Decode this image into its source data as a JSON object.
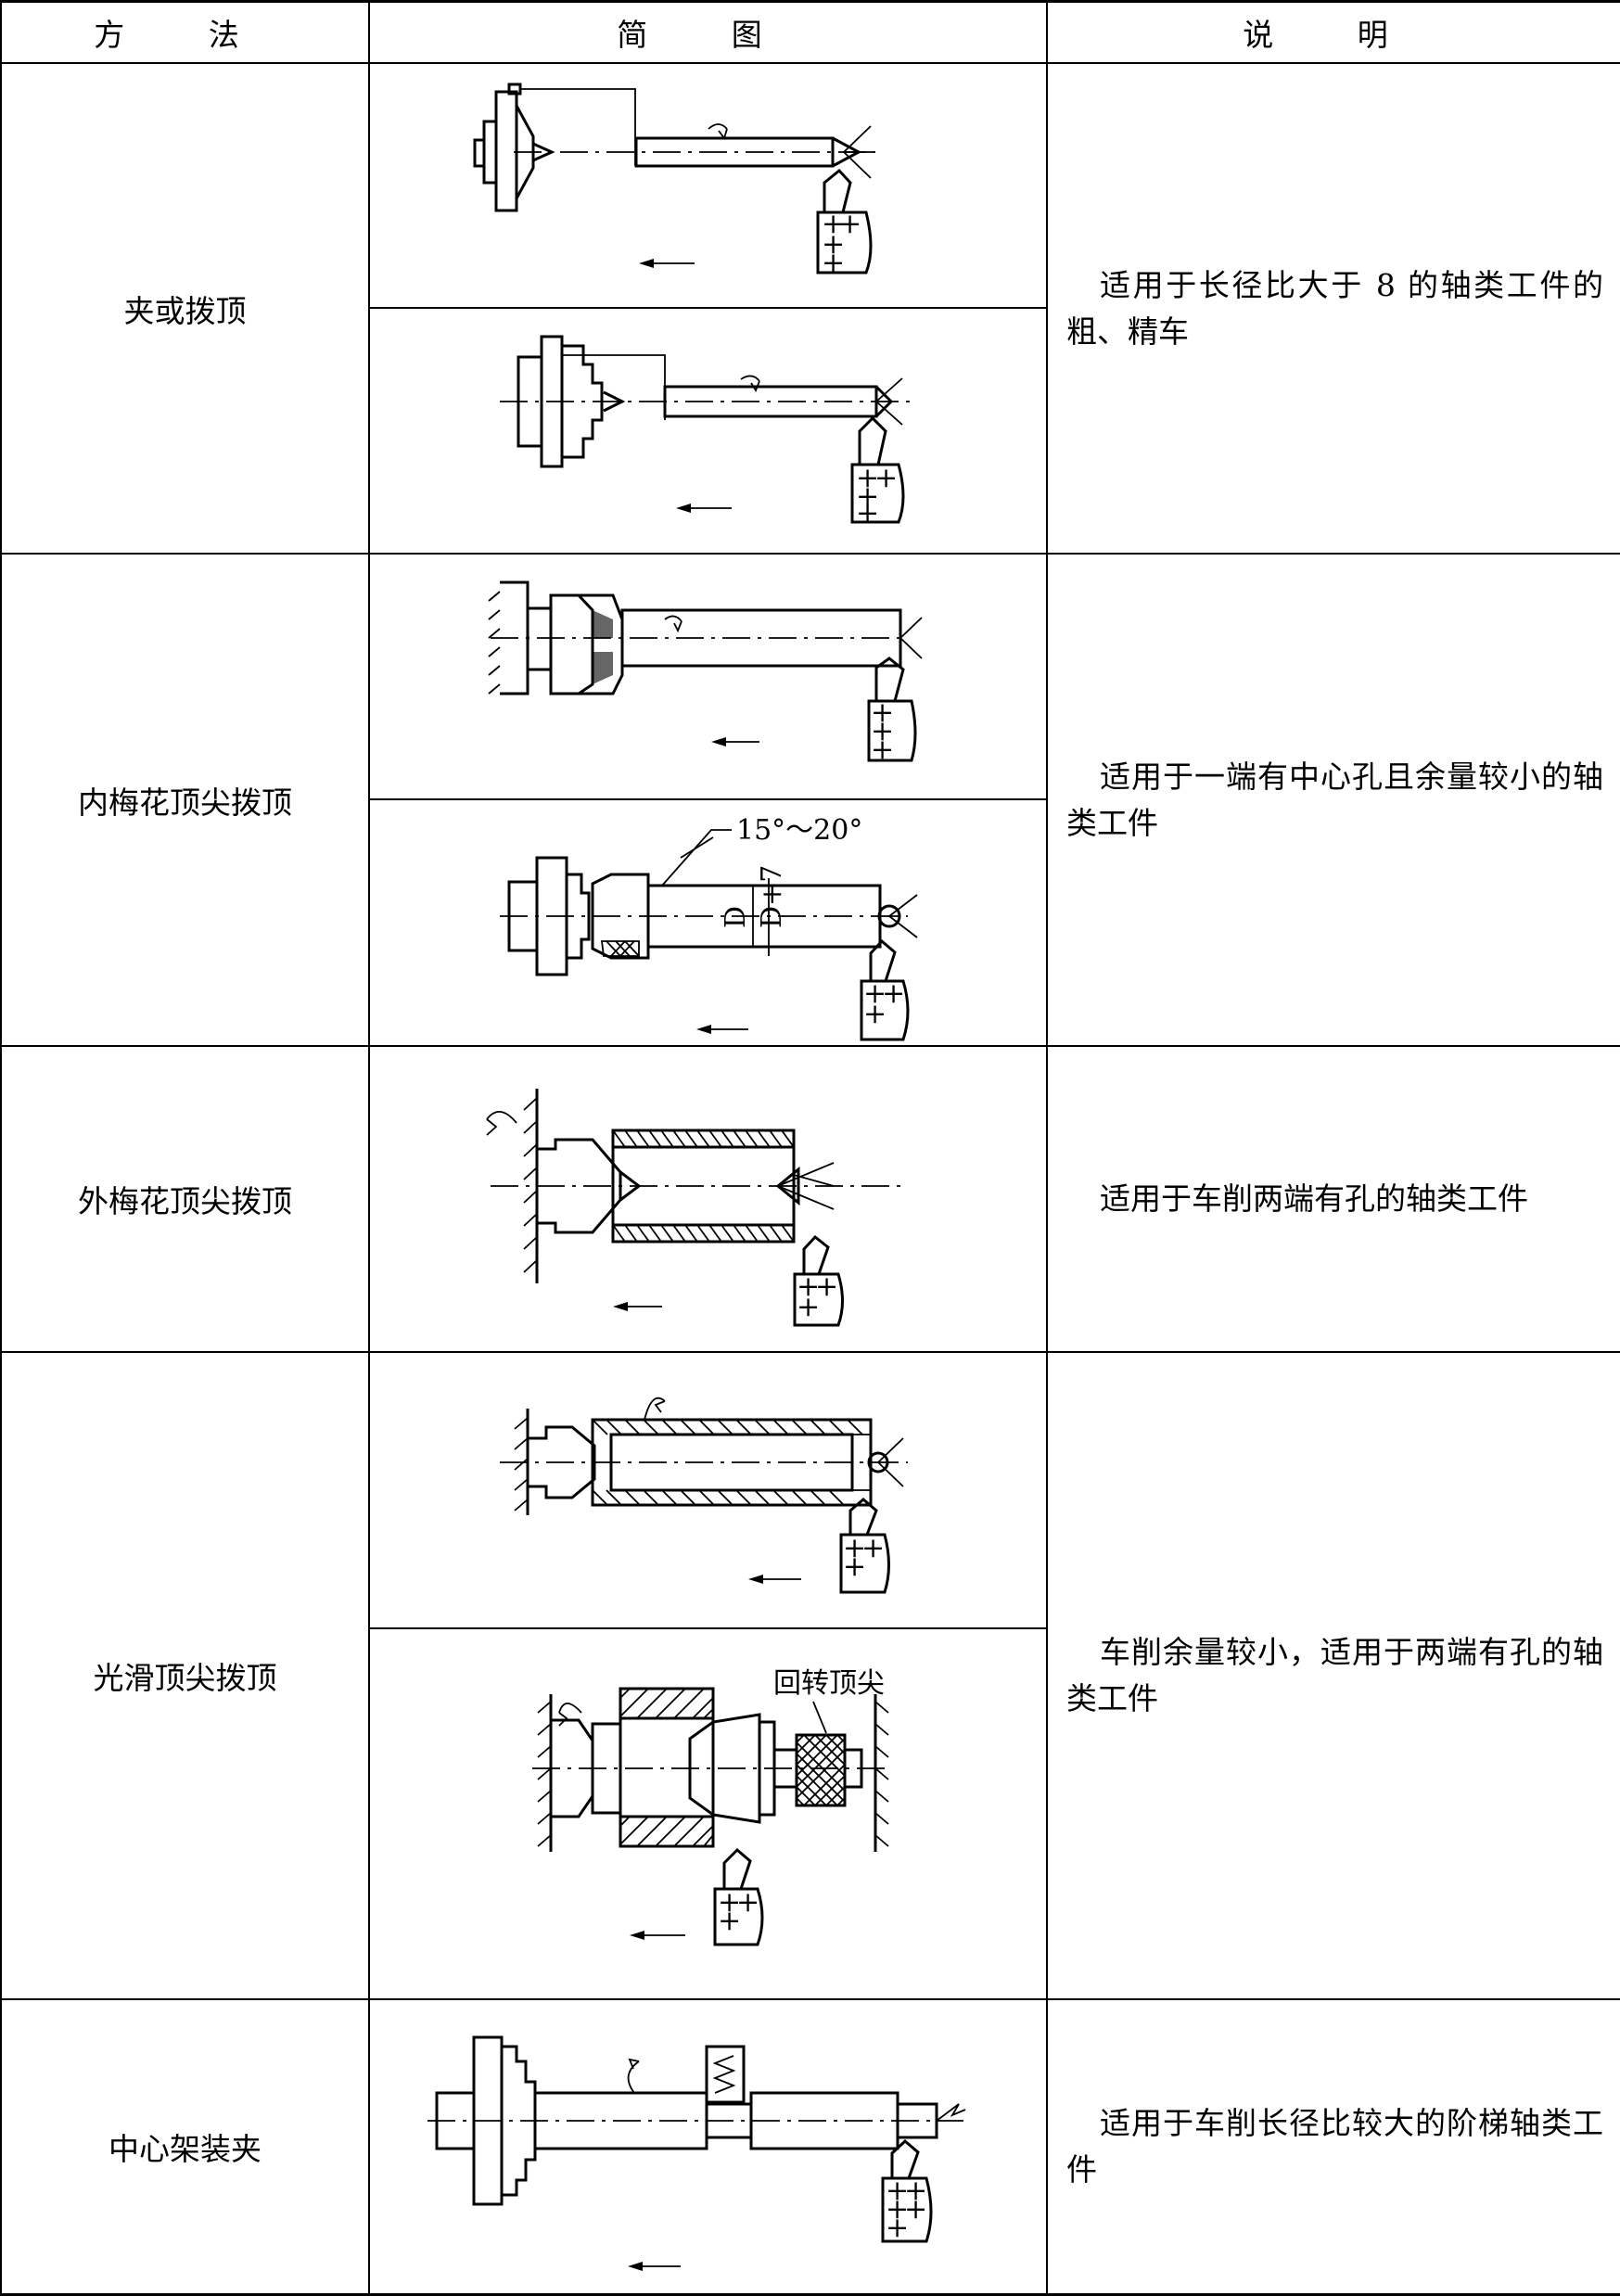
{
  "header": {
    "method": "方  法",
    "diagram": "简  图",
    "description": "说  明"
  },
  "rows": [
    {
      "method": "夹或拨顶",
      "description": "适用于长径比大于 8 的轴类工件的粗、精车"
    },
    {
      "method": "内梅花顶尖拨顶",
      "description": "适用于一端有中心孔且余量较小的轴类工件"
    },
    {
      "method": "外梅花顶尖拨顶",
      "description": "适用于车削两端有孔的轴类工件"
    },
    {
      "method": "光滑顶尖拨顶",
      "description": "车削余量较小，适用于两端有孔的轴类工件"
    },
    {
      "method": "中心架装夹",
      "description": "适用于车削长径比较大的阶梯轴类工件"
    }
  ],
  "annotations": {
    "angle": "15°～20°",
    "dim_d": "D",
    "dim_d7": "D+7",
    "live_center": "回转顶尖"
  }
}
